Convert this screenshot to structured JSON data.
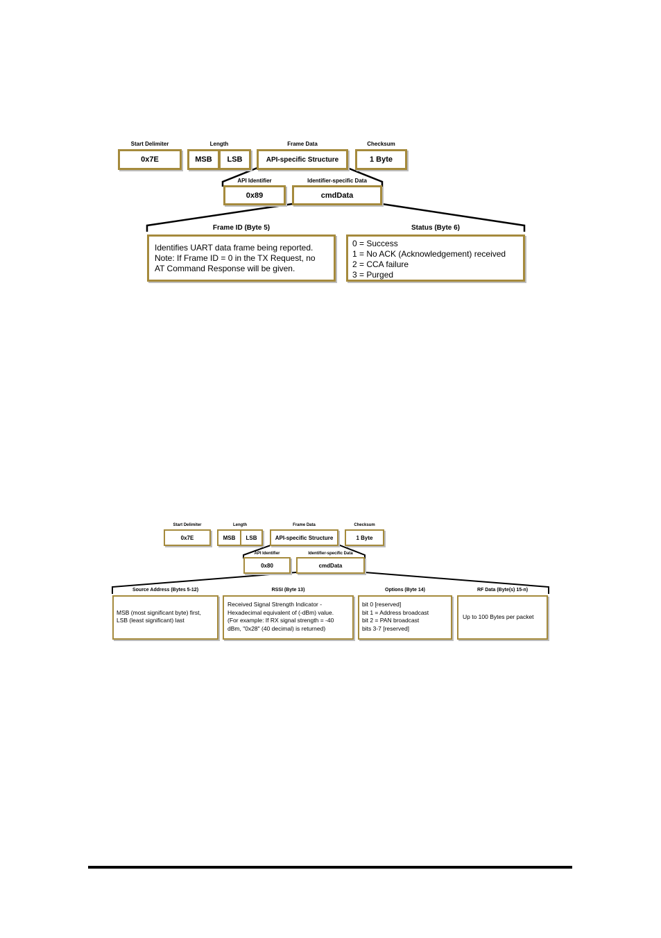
{
  "diagram1": {
    "labels": {
      "start_delimiter": "Start Delimiter",
      "length": "Length",
      "frame_data": "Frame Data",
      "checksum": "Checksum",
      "api_identifier": "API Identifier",
      "identifier_specific_data": "Identifier-specific Data",
      "frame_id": "Frame ID (Byte 5)",
      "status": "Status (Byte 6)"
    },
    "boxes": {
      "start": "0x7E",
      "msb": "MSB",
      "lsb": "LSB",
      "api_structure": "API-specific Structure",
      "checksum": "1 Byte",
      "api_id": "0x89",
      "cmd_data": "cmdData"
    },
    "frame_id_text": [
      "Identifies UART data frame being reported.",
      "Note: If Frame ID = 0 in the TX Request, no",
      "AT Command Response will be given."
    ],
    "status_text": [
      "0 = Success",
      "1 = No ACK (Acknowledgement) received",
      "2 = CCA failure",
      "3 = Purged"
    ]
  },
  "diagram2": {
    "labels": {
      "start_delimiter": "Start Delimiter",
      "length": "Length",
      "frame_data": "Frame Data",
      "checksum": "Checksum",
      "api_identifier": "API Identifier",
      "identifier_specific_data": "Identifier-specific Data",
      "source_address": "Source Address (Bytes 5-12)",
      "rssi": "RSSI (Byte 13)",
      "options": "Options (Byte 14)",
      "rf_data": "RF Data (Byte(s) 15-n)"
    },
    "boxes": {
      "start": "0x7E",
      "msb": "MSB",
      "lsb": "LSB",
      "api_structure": "API-specific Structure",
      "checksum": "1 Byte",
      "api_id": "0x80",
      "cmd_data": "cmdData"
    },
    "source_text": [
      "MSB (most significant byte) first,",
      "LSB (least significant) last"
    ],
    "rssi_text": [
      "Received Signal Strength Indicator -",
      "Hexadecimal equivalent of (-dBm) value.",
      "(For example: If RX signal strength = -40",
      "dBm, \"0x28\" (40 decimal) is returned)"
    ],
    "options_text": [
      "bit 0 [reserved]",
      "bit 1 = Address broadcast",
      "bit 2 = PAN broadcast",
      "bits 3-7 [reserved]"
    ],
    "rf_text": [
      "Up to 100 Bytes per packet"
    ]
  }
}
